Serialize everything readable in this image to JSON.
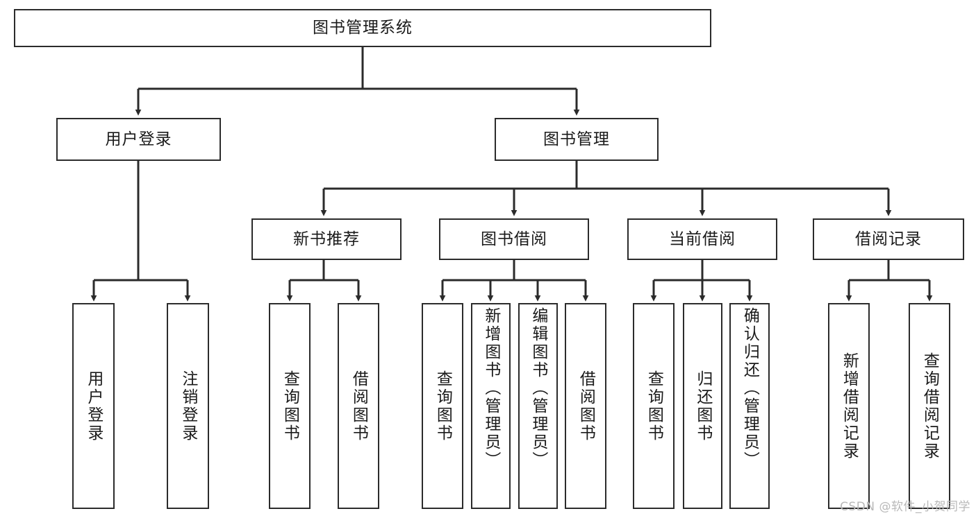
{
  "diagram": {
    "type": "tree-hierarchy",
    "title": "图书管理系统",
    "root": {
      "id": "root",
      "label": "图书管理系统",
      "orientation": "horizontal"
    },
    "level2": [
      {
        "id": "user-login",
        "label": "用户登录",
        "orientation": "horizontal"
      },
      {
        "id": "book-manage",
        "label": "图书管理",
        "orientation": "horizontal"
      }
    ],
    "level3": [
      {
        "id": "new-book-recommend",
        "label": "新书推荐",
        "orientation": "horizontal",
        "parent": "book-manage"
      },
      {
        "id": "book-borrow",
        "label": "图书借阅",
        "orientation": "horizontal",
        "parent": "book-manage"
      },
      {
        "id": "current-borrow",
        "label": "当前借阅",
        "orientation": "horizontal",
        "parent": "book-manage"
      },
      {
        "id": "borrow-record",
        "label": "借阅记录",
        "orientation": "horizontal",
        "parent": "book-manage"
      }
    ],
    "leaves": [
      {
        "id": "leaf-user-login",
        "label": "用户登录",
        "parent": "user-login",
        "orientation": "vertical"
      },
      {
        "id": "leaf-user-logout",
        "label": "注销登录",
        "parent": "user-login",
        "orientation": "vertical"
      },
      {
        "id": "leaf-query-book-1",
        "label": "查询图书",
        "parent": "new-book-recommend",
        "orientation": "vertical"
      },
      {
        "id": "leaf-borrow-book-1",
        "label": "借阅图书",
        "parent": "new-book-recommend",
        "orientation": "vertical"
      },
      {
        "id": "leaf-query-book-2",
        "label": "查询图书",
        "parent": "book-borrow",
        "orientation": "vertical"
      },
      {
        "id": "leaf-add-book",
        "label": "新增图书（管理员）",
        "parent": "book-borrow",
        "orientation": "vertical"
      },
      {
        "id": "leaf-edit-book",
        "label": "编辑图书（管理员）",
        "parent": "book-borrow",
        "orientation": "vertical"
      },
      {
        "id": "leaf-borrow-book-2",
        "label": "借阅图书",
        "parent": "book-borrow",
        "orientation": "vertical"
      },
      {
        "id": "leaf-query-book-3",
        "label": "查询图书",
        "parent": "current-borrow",
        "orientation": "vertical"
      },
      {
        "id": "leaf-return-book",
        "label": "归还图书",
        "parent": "current-borrow",
        "orientation": "vertical"
      },
      {
        "id": "leaf-confirm-return",
        "label": "确认归还（管理员）",
        "parent": "current-borrow",
        "orientation": "vertical"
      },
      {
        "id": "leaf-add-record",
        "label": "新增借阅记录",
        "parent": "borrow-record",
        "orientation": "vertical"
      },
      {
        "id": "leaf-query-record",
        "label": "查询借阅记录",
        "parent": "borrow-record",
        "orientation": "vertical"
      }
    ],
    "colors": {
      "stroke": "#2b2b2b",
      "fill": "#ffffff",
      "text": "#1a1a1a",
      "watermark": "#b9b9b9"
    }
  },
  "watermark": {
    "text": "CSDN @软件_小贺同学"
  }
}
